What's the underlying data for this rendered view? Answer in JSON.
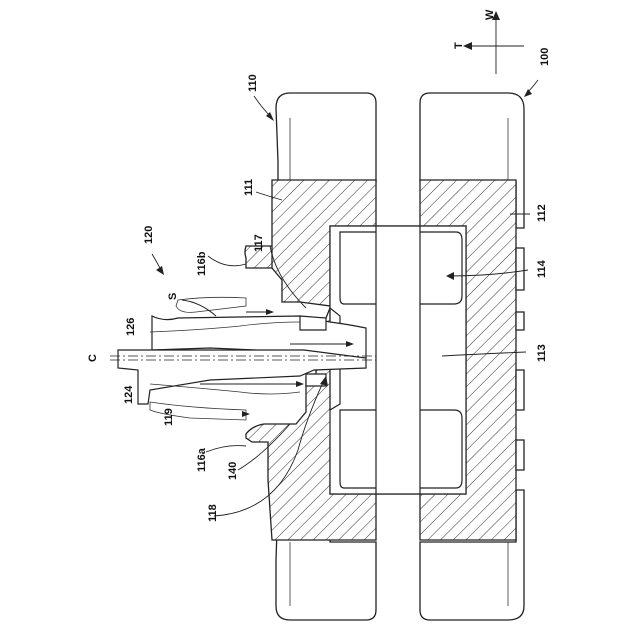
{
  "labels": {
    "device": "100",
    "body": "110",
    "block_left": "111",
    "block_right": "112",
    "channel": "113",
    "cavity": "114",
    "recess_lower": "116a",
    "recess_upper": "116b",
    "wall_upper": "117",
    "wall_lower": "118",
    "gap": "119",
    "assembly": "120",
    "part_lower": "124",
    "part_upper": "126",
    "element": "140",
    "axis_c": "C",
    "space_s": "S"
  },
  "compass": {
    "up": "W",
    "left": "T"
  },
  "colors": {
    "line": "#222222",
    "background": "#ffffff"
  }
}
